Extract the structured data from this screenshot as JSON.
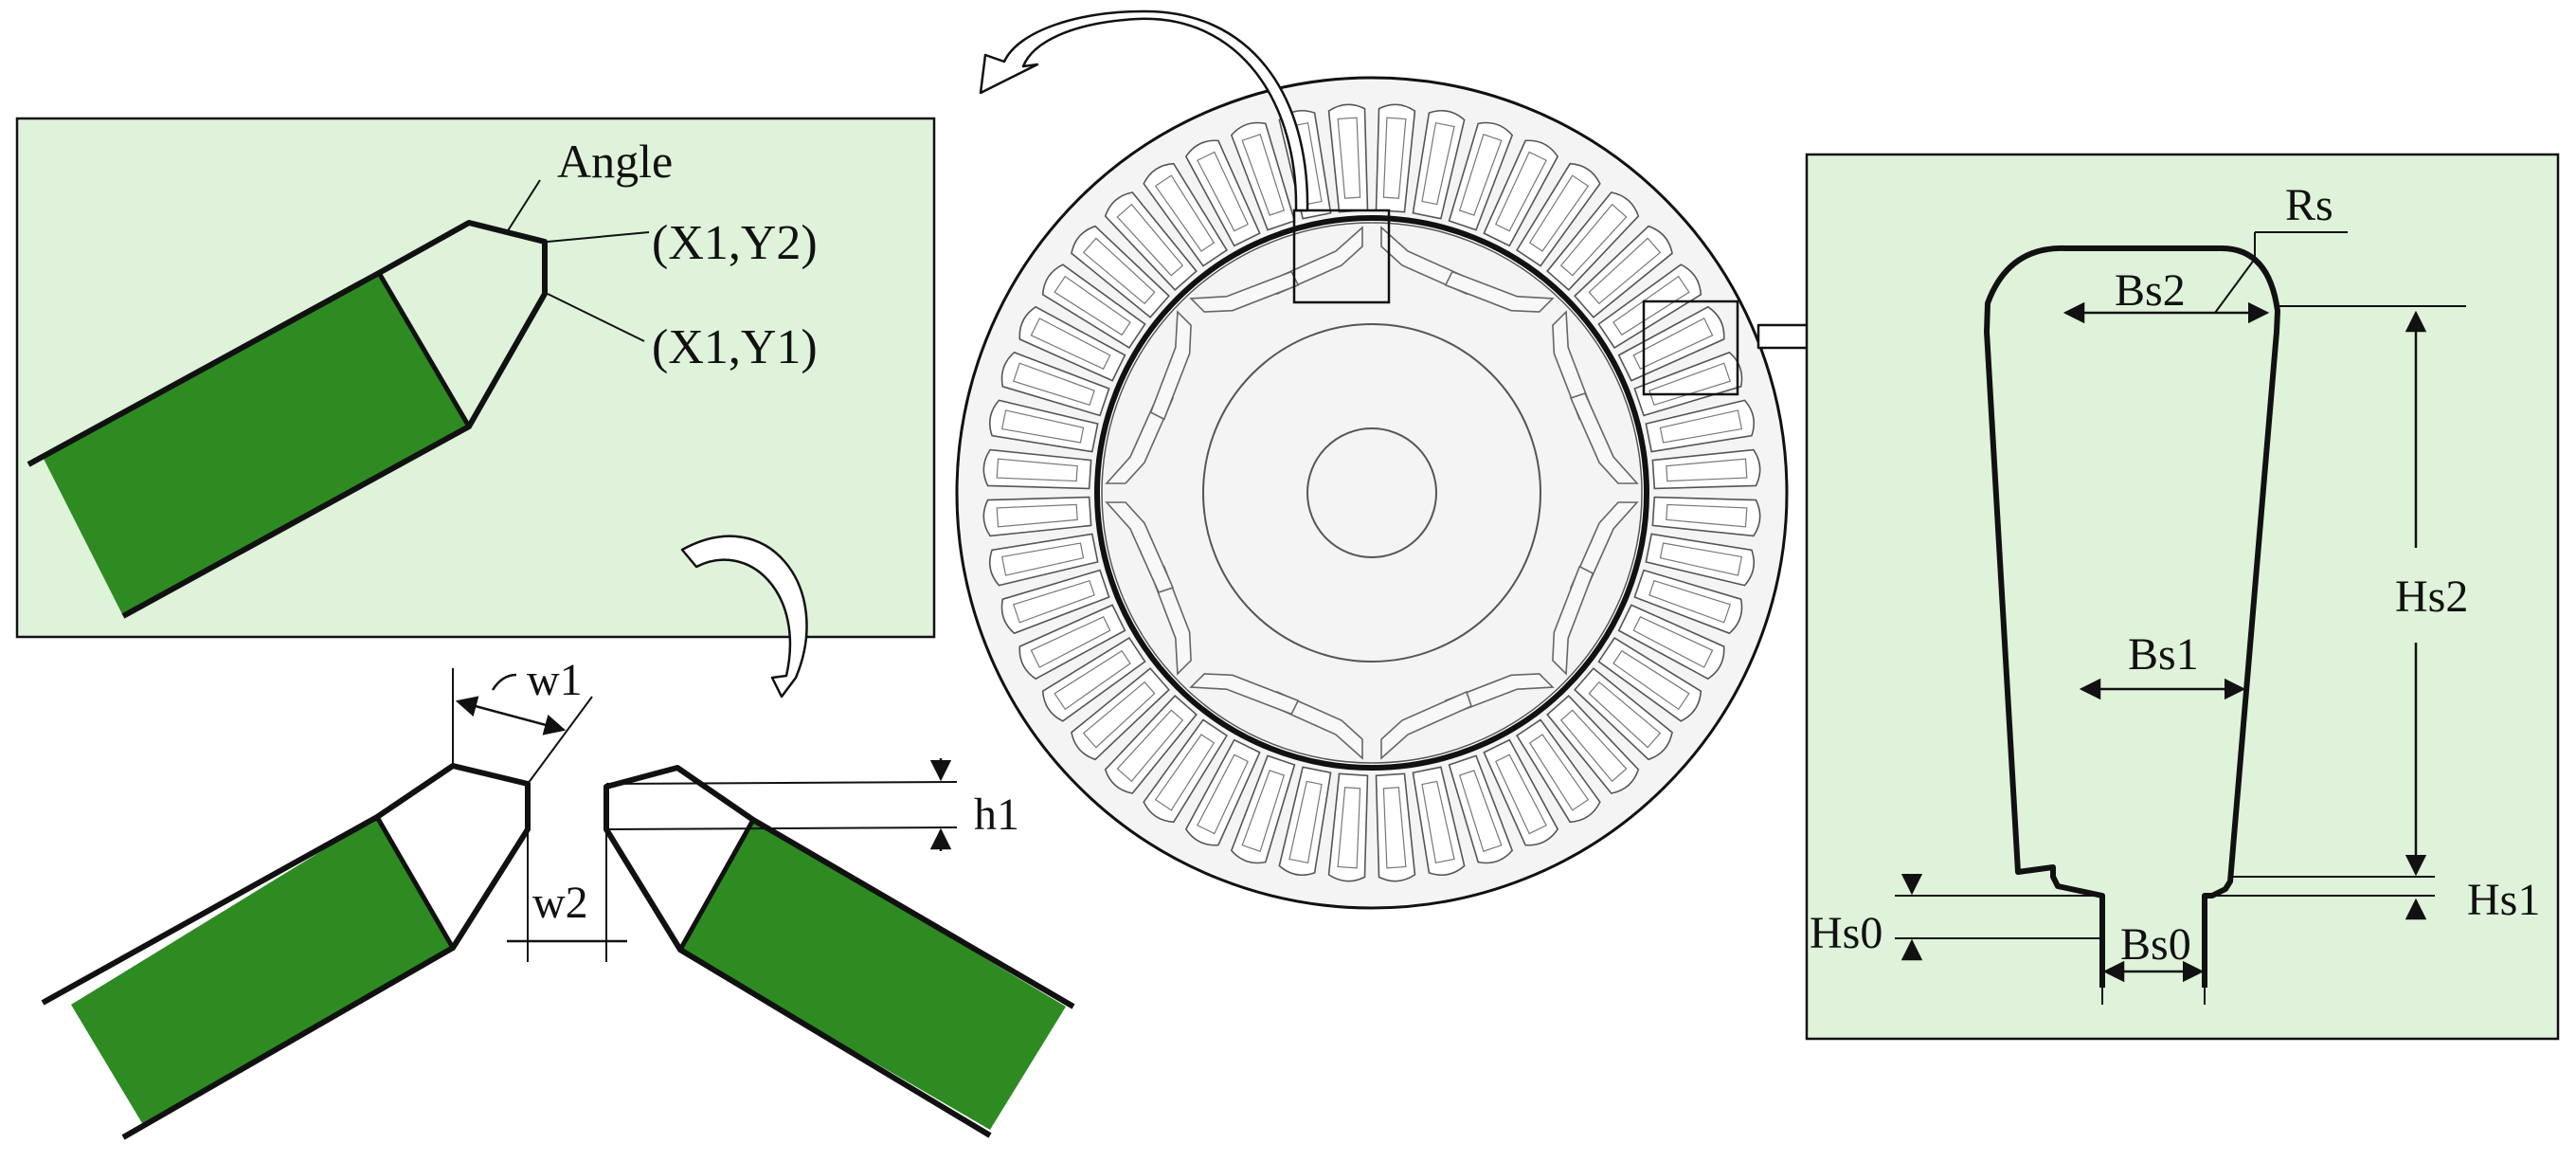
{
  "colors": {
    "panel_fill": "#dff2da",
    "magnet_fill": "#2e8b22",
    "stator_fill": "#f4f4f4",
    "line": "#111111",
    "light_line": "#555555"
  },
  "labels": {
    "angle": "Angle",
    "x1y2": "(X1,Y2)",
    "x1y1": "(X1,Y1)",
    "w1": "w1",
    "w2": "w2",
    "h1": "h1",
    "rs": "Rs",
    "bs2": "Bs2",
    "bs1": "Bs1",
    "bs0": "Bs0",
    "hs2": "Hs2",
    "hs1": "Hs1",
    "hs0": "Hs0"
  },
  "motor": {
    "stator_slots": 48,
    "rotor_poles": 8
  },
  "icons": {
    "top_curved_arrow": "curved-arrow-icon",
    "middle_curved_arrow": "curved-arrow-icon",
    "right_hollow_arrow": "hollow-arrow-icon"
  }
}
